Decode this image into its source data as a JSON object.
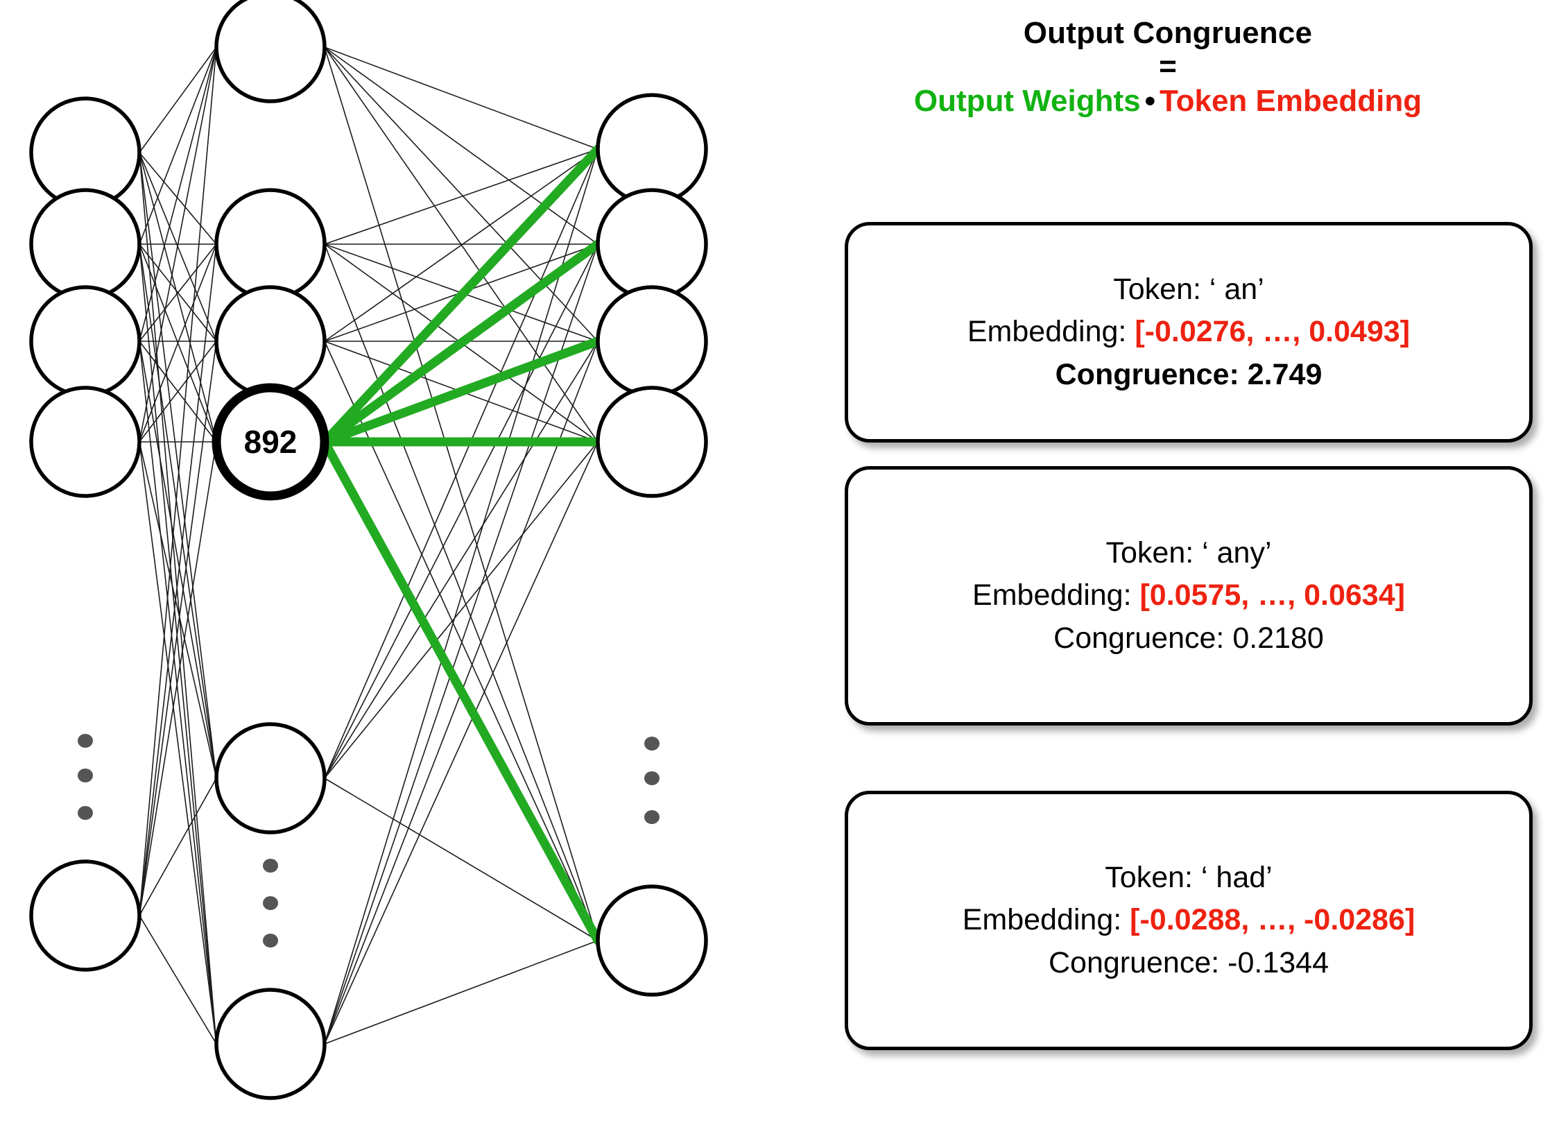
{
  "network": {
    "selected_node_label": "892",
    "highlight_color": "#22aa22",
    "edge_color": "#1c1c1c",
    "ellipsis_color": "#555555",
    "layers": [
      {
        "name": "input-layer",
        "visible_nodes": 5,
        "has_ellipsis": true
      },
      {
        "name": "hidden-layer",
        "visible_nodes": 6,
        "has_ellipsis": true
      },
      {
        "name": "output-layer",
        "visible_nodes": 5,
        "has_ellipsis": true
      }
    ]
  },
  "header": {
    "title": "Output Congruence",
    "equals": "=",
    "term_weights": "Output Weights",
    "operator": "•",
    "term_embedding": "Token Embedding",
    "weights_color": "#11b211",
    "embedding_color": "#ee2211"
  },
  "cards": [
    {
      "token_label": "Token: ",
      "token_value": "‘ an’",
      "embedding_label": "Embedding: ",
      "embedding_value": "[-0.0276, …, 0.0493]",
      "congruence_label": "Congruence: ",
      "congruence_value": "2.749",
      "congruence_bold": true
    },
    {
      "token_label": "Token: ",
      "token_value": "‘ any’",
      "embedding_label": "Embedding: ",
      "embedding_value": "[0.0575, …, 0.0634]",
      "congruence_label": "Congruence: ",
      "congruence_value": "0.2180",
      "congruence_bold": false
    },
    {
      "token_label": "Token: ",
      "token_value": "‘ had’",
      "embedding_label": "Embedding: ",
      "embedding_value": "[-0.0288, …, -0.0286]",
      "congruence_label": "Congruence: ",
      "congruence_value": "-0.1344",
      "congruence_bold": false
    }
  ]
}
